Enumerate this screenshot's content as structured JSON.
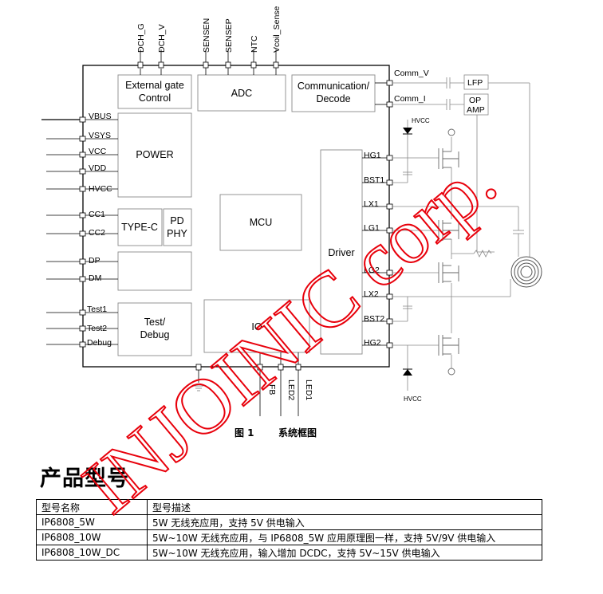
{
  "diagram": {
    "chip_blocks": {
      "ext_gate": [
        "External gate",
        "Control"
      ],
      "adc": "ADC",
      "comm": [
        "Communication/",
        "Decode"
      ],
      "power": "POWER",
      "typec": "TYPE-C",
      "pdphy": [
        "PD",
        "PHY"
      ],
      "mcu": "MCU",
      "driver": "Driver",
      "test": [
        "Test/",
        "Debug"
      ],
      "io": "IO"
    },
    "top_pins": [
      "DCH_G",
      "DCH_V",
      "SENSEN",
      "SENSEP",
      "NTC",
      "Vcoil_Sense"
    ],
    "left_pins": [
      "VBUS",
      "VSYS",
      "VCC",
      "VDD",
      "HVCC",
      "CC1",
      "CC2",
      "DP",
      "DM",
      "Test1",
      "Test2",
      "Debug"
    ],
    "right_pins": [
      "Comm_V",
      "Comm_I",
      "HG1",
      "BST1",
      "LX1",
      "LG1",
      "LG2",
      "LX2",
      "BST2",
      "HG2"
    ],
    "bottom_pins": [
      "FB",
      "LED2",
      "LED1"
    ],
    "external": {
      "lfp": "LFP",
      "op_amp": [
        "OP",
        "AMP"
      ],
      "hvcc_top": "HVCC",
      "hvcc_bottom": "HVCC"
    }
  },
  "caption": {
    "number": "图 1",
    "text": "系统框图"
  },
  "section_title": "产品型号",
  "table": {
    "headers": [
      "型号名称",
      "型号描述"
    ],
    "rows": [
      [
        "IP6808_5W",
        "5W 无线充应用，支持 5V 供电输入"
      ],
      [
        "IP6808_10W",
        "5W~10W 无线充应用，与 IP6808_5W 应用原理图一样，支持 5V/9V 供电输入"
      ],
      [
        "IP6808_10W_DC",
        "5W~10W 无线充应用，输入增加 DCDC，支持 5V~15V 供电输入"
      ]
    ]
  },
  "watermark": {
    "text": "INJOINIC corp.",
    "color": "#e8000b"
  }
}
